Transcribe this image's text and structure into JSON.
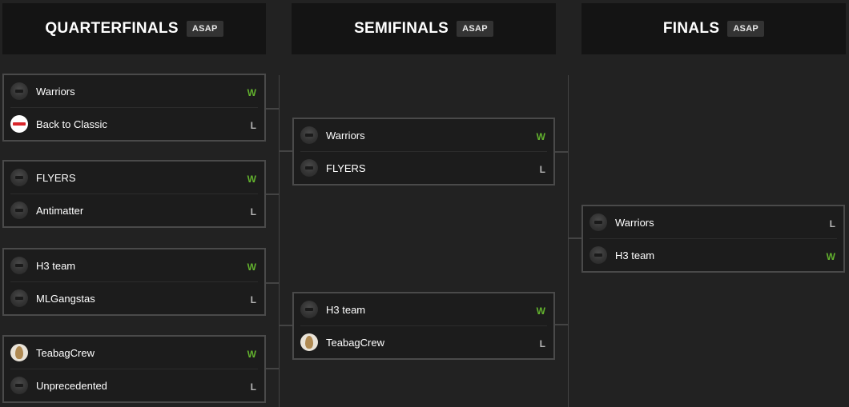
{
  "rounds": [
    {
      "title": "QUARTERFINALS",
      "badge": "ASAP"
    },
    {
      "title": "SEMIFINALS",
      "badge": "ASAP"
    },
    {
      "title": "FINALS",
      "badge": "ASAP"
    }
  ],
  "quarterfinals": [
    {
      "teams": [
        {
          "name": "Warriors",
          "result": "W",
          "avatar": "default-shield-icon"
        },
        {
          "name": "Back to Classic",
          "result": "L",
          "avatar": "back-to-classic-logo-icon"
        }
      ]
    },
    {
      "teams": [
        {
          "name": "FLYERS",
          "result": "W",
          "avatar": "default-shield-icon"
        },
        {
          "name": "Antimatter",
          "result": "L",
          "avatar": "default-shield-icon"
        }
      ]
    },
    {
      "teams": [
        {
          "name": "H3 team",
          "result": "W",
          "avatar": "default-shield-icon"
        },
        {
          "name": "MLGangstas",
          "result": "L",
          "avatar": "default-shield-icon"
        }
      ]
    },
    {
      "teams": [
        {
          "name": "TeabagCrew",
          "result": "W",
          "avatar": "teabag-logo-icon"
        },
        {
          "name": "Unprecedented",
          "result": "L",
          "avatar": "default-shield-icon"
        }
      ]
    }
  ],
  "semifinals": [
    {
      "teams": [
        {
          "name": "Warriors",
          "result": "W",
          "avatar": "default-shield-icon"
        },
        {
          "name": "FLYERS",
          "result": "L",
          "avatar": "default-shield-icon"
        }
      ]
    },
    {
      "teams": [
        {
          "name": "H3 team",
          "result": "W",
          "avatar": "default-shield-icon"
        },
        {
          "name": "TeabagCrew",
          "result": "L",
          "avatar": "teabag-logo-icon"
        }
      ]
    }
  ],
  "finals": [
    {
      "teams": [
        {
          "name": "Warriors",
          "result": "L",
          "avatar": "default-shield-icon"
        },
        {
          "name": "H3 team",
          "result": "W",
          "avatar": "default-shield-icon"
        }
      ]
    }
  ],
  "colors": {
    "win": "#63b32e",
    "loss": "#b5b5b5",
    "background": "#222222",
    "header": "#141414",
    "border": "#4a4a4a"
  }
}
